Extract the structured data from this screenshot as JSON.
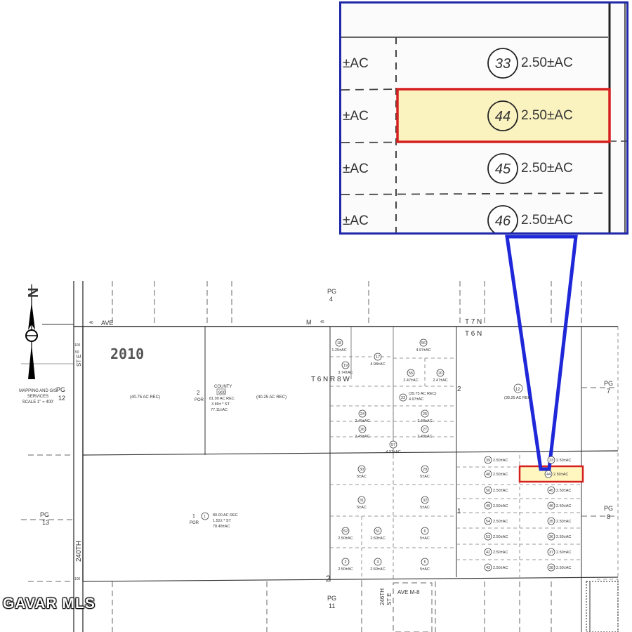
{
  "map": {
    "book_number": "2010",
    "north_label": "N",
    "mapping_note": [
      "MAPPING AND GIS",
      "SERVICES",
      "SCALE 1\" = 400'"
    ],
    "township_labels": {
      "t7n": "T 7 N",
      "t6n": "T 6 N",
      "t6nr8w": "T 6 N R 8 W"
    },
    "streets": {
      "ave": "AVE",
      "m": "M",
      "forty": "40",
      "st_e": "ST E",
      "street_240th": "240TH",
      "street_246th": "246TH",
      "st_e_246": "ST E",
      "ave_m8": "AVE M-8",
      "hundred_top": "100",
      "fifty": "50",
      "hundred_bottom": "100"
    },
    "page_refs": [
      {
        "pg": "PG",
        "num": "4"
      },
      {
        "pg": "PG",
        "num": "7"
      },
      {
        "pg": "PG",
        "num": "8"
      },
      {
        "pg": "PG",
        "num": "12"
      },
      {
        "pg": "PG",
        "num": "13"
      },
      {
        "pg": "PG",
        "num": "11"
      }
    ],
    "section_numbers": {
      "s2_top": "2",
      "s2_bottom": "2",
      "s1": "1"
    },
    "parcels_large": {
      "p40_75": "(40.75 AC REC)",
      "p40_25": "(40.25 AC REC)",
      "p2_num": "2",
      "p2_por": "POR",
      "p2_county": "COUNTY",
      "p2_id": "900",
      "p2_rec": "81.00 AC REC",
      "p2_st": "3.89± * ST",
      "p2_ac": "77.11±AC",
      "p1_num": "1",
      "p1_por": "POR",
      "p1_rec": "80.00 AC REC",
      "p1_st": "1.52± * ST",
      "p1_ac": "78.48±AC",
      "p12_num": "12",
      "p12_ac": "(39.25 AC REC"
    },
    "parcels_small": [
      {
        "n": "18",
        "a": "1.25±AC"
      },
      {
        "n": "19",
        "a": "3.74±AC"
      },
      {
        "n": "17",
        "a": "4.98±AC"
      },
      {
        "n": "56",
        "a": "4.97±AC"
      },
      {
        "n": "55",
        "a": "2.47±AC"
      },
      {
        "n": "20",
        "a": "2.47±AC"
      },
      {
        "n": "23",
        "a": "(39.75 AC REC)",
        "b": "4.97±AC"
      },
      {
        "n": "24",
        "a": "2.49±AC"
      },
      {
        "n": "25",
        "a": "2.48±AC"
      },
      {
        "n": "26",
        "a": "2.49±AC"
      },
      {
        "n": "27",
        "a": "2.48±AC"
      },
      {
        "n": "57",
        "a": "4.97±AC"
      },
      {
        "n": "30",
        "a": "5±AC"
      },
      {
        "n": "29",
        "a": "5±AC"
      },
      {
        "n": "31",
        "a": "5±AC"
      },
      {
        "n": "32",
        "a": "5±AC"
      },
      {
        "n": "52",
        "a": "2.50±AC"
      },
      {
        "n": "51",
        "a": "2.50±AC"
      },
      {
        "n": "6",
        "a": "5±AC"
      },
      {
        "n": "2",
        "a": "2.50±AC"
      },
      {
        "n": "3",
        "a": "2.50±AC"
      },
      {
        "n": "5",
        "a": "5±AC"
      },
      {
        "n": "39",
        "a": "2.50±AC"
      },
      {
        "n": "48",
        "a": "2.50±AC"
      },
      {
        "n": "50",
        "a": "2.50±AC"
      },
      {
        "n": "49",
        "a": "2.50±AC"
      },
      {
        "n": "54",
        "a": "2.50±AC"
      },
      {
        "n": "53",
        "a": "2.50±AC"
      },
      {
        "n": "42",
        "a": "2.50±AC"
      },
      {
        "n": "43",
        "a": "2.50±AC"
      },
      {
        "n": "33",
        "a": "2.50±AC"
      },
      {
        "n": "44",
        "a": "2.50±AC"
      },
      {
        "n": "45",
        "a": "2.50±AC"
      },
      {
        "n": "46",
        "a": "2.50±AC"
      },
      {
        "n": "35",
        "a": "2.50±AC"
      },
      {
        "n": "36",
        "a": "2.50±AC"
      },
      {
        "n": "37",
        "a": "2.50±AC"
      },
      {
        "n": "38",
        "a": "2.50±AC"
      }
    ]
  },
  "inset": {
    "rows": [
      {
        "num": "33",
        "acreage": "2.50±AC",
        "left_fragment": "±AC",
        "highlighted": false
      },
      {
        "num": "44",
        "acreage": "2.50±AC",
        "left_fragment": "±AC",
        "highlighted": true
      },
      {
        "num": "45",
        "acreage": "2.50±AC",
        "left_fragment": "±AC",
        "highlighted": false
      },
      {
        "num": "46",
        "acreage": "2.50±AC",
        "left_fragment": "±AC",
        "highlighted": false
      }
    ]
  },
  "watermark": "GAVAR MLS",
  "colors": {
    "highlight_fill": "#faf3c0",
    "highlight_stroke": "#d62020",
    "inset_border": "#1f28a8",
    "callout": "#1f28d8"
  }
}
